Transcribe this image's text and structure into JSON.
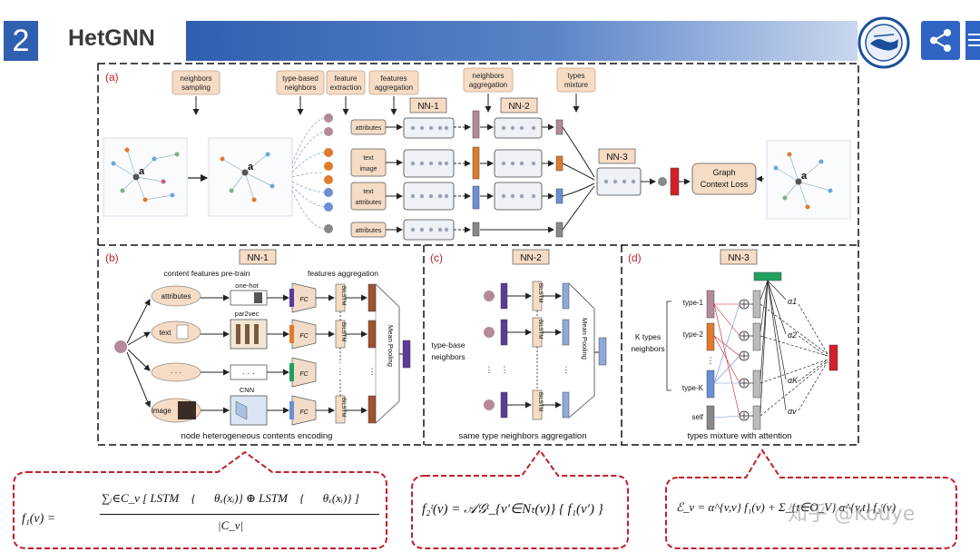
{
  "header": {
    "slide_number": "2",
    "title": "HetGNN"
  },
  "panel_a": {
    "label": "(a)",
    "steps": [
      "neighbors\nsampling",
      "type-based\nneighbors",
      "feature\nextraction",
      "features\naggregation",
      "neighbors\naggregation",
      "types\nmixture"
    ],
    "nn1": "NN-1",
    "nn2": "NN-2",
    "nn3": "NN-3",
    "node_a": "a",
    "contents": [
      "attributes",
      "text\nimage",
      "text\nattributes",
      "attributes"
    ],
    "loss": "Graph\nContext Loss"
  },
  "panel_b": {
    "label": "(b)",
    "nn": "NN-1",
    "pretrain": "content features pre-train",
    "aggregation": "features aggregation",
    "onehot": "one-hot",
    "par2vec": "par2vec",
    "cnn": "CNN",
    "items": [
      "attributes",
      "text",
      "· · ·",
      "image"
    ],
    "fc": "FC",
    "bilstm": "BiLSTM",
    "pool": "Mean Pooling",
    "caption": "node heterogeneous contents encoding"
  },
  "panel_c": {
    "label": "(c)",
    "nn": "NN-2",
    "neighbors": "type-base\nneighbors",
    "bilstm": "BiLSTM",
    "pool": "Mean Pooling",
    "caption": "same type neighbors aggregation"
  },
  "panel_d": {
    "label": "(d)",
    "nn": "NN-3",
    "k_types": "K types\nneighbors",
    "types": [
      "type-1",
      "type-2",
      "type-K",
      "self"
    ],
    "alphas": [
      "α1",
      "α2",
      "αK",
      "αv"
    ],
    "caption": "types mixture with attention"
  },
  "formulas": {
    "f1": "f₁(v) = [ Σ_{i∈C_v} [ LSTM→{FC_θx(x_i)} ⊕ LSTM←{FC_θx(x_i)} ] ] / |C_v|",
    "f1_lhs": "f₁(v) =",
    "f1_num": "∑ᵢ∈C_v [ LSTM⃗ {𝓕𝓒θₓ(xᵢ)} ⊕ LSTM⃖ {𝓕𝓒θₓ(xᵢ)} ]",
    "f1_den": "|C_v|",
    "f2": "f₂ᵗ(v) = 𝒜𝒢ᵗ_{v′∈Nₜ(v)} { f₁(v′) }",
    "f3": "ℰ_v = α^{v,v} f₁(v) + Σ_{t∈O_V} α^{v,t} f₂ᵗ(v)",
    "watermark": "知乎 @Kouye"
  },
  "colors": {
    "accent": "#2f5fb0",
    "dashed_red": "#c0202a",
    "nn_label_bg": "#f6dcc4",
    "purple": "#6b2f9e",
    "orange": "#e07a2d",
    "blue": "#6b8fd6",
    "gray": "#8a8a8a",
    "brown": "#a0522d",
    "green": "#22a060",
    "red": "#d11f2a"
  }
}
